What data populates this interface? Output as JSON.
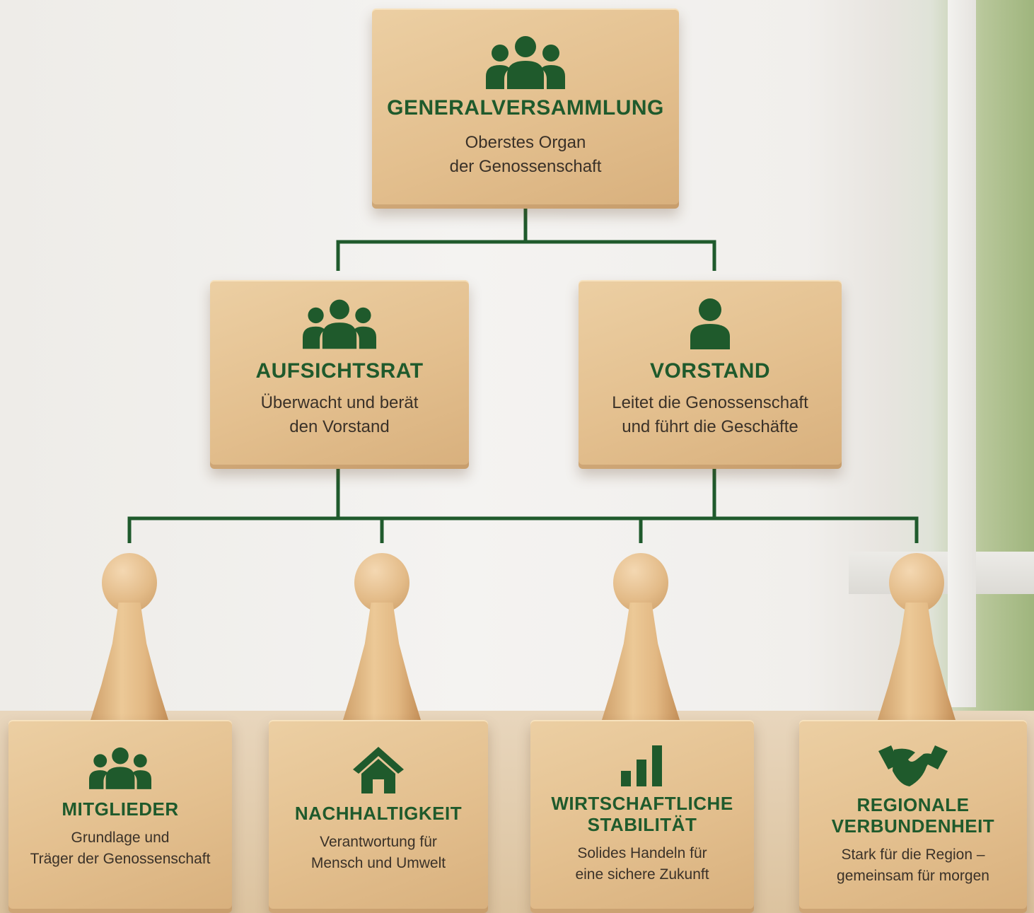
{
  "nodes": {
    "generalversammlung": {
      "icon": "group-icon",
      "title": "GENERALVERSAMMLUNG",
      "desc_line1": "Oberstes Organ",
      "desc_line2": "der Genossenschaft"
    },
    "aufsichtsrat": {
      "icon": "group-icon",
      "title": "AUFSICHTSRAT",
      "desc_line1": "Überwacht und berät",
      "desc_line2": "den Vorstand"
    },
    "vorstand": {
      "icon": "person-icon",
      "title": "VORSTAND",
      "desc_line1": "Leitet die Genossenschaft",
      "desc_line2": "und führt die Geschäfte"
    },
    "mitglieder": {
      "icon": "group-icon",
      "title": "MITGLIEDER",
      "desc_line1": "Grundlage und",
      "desc_line2": "Träger der Genossenschaft"
    },
    "nachhaltigkeit": {
      "icon": "house-icon",
      "title": "NACHHALTIGKEIT",
      "desc_line1": "Verantwortung für",
      "desc_line2": "Mensch und Umwelt"
    },
    "stabilitaet": {
      "icon": "bar-chart-icon",
      "title_line1": "WIRTSCHAFTLICHE",
      "title_line2": "STABILITÄT",
      "desc_line1": "Solides Handeln für",
      "desc_line2": "eine sichere Zukunft"
    },
    "region": {
      "icon": "handshake-icon",
      "title_line1": "REGIONALE",
      "title_line2": "VERBUNDENHEIT",
      "desc_line1": "Stark für die Region –",
      "desc_line2": "gemeinsam für morgen"
    }
  },
  "colors": {
    "accent": "#1f5a2c",
    "text": "#3a3128",
    "wood": "#e3bf8e"
  }
}
